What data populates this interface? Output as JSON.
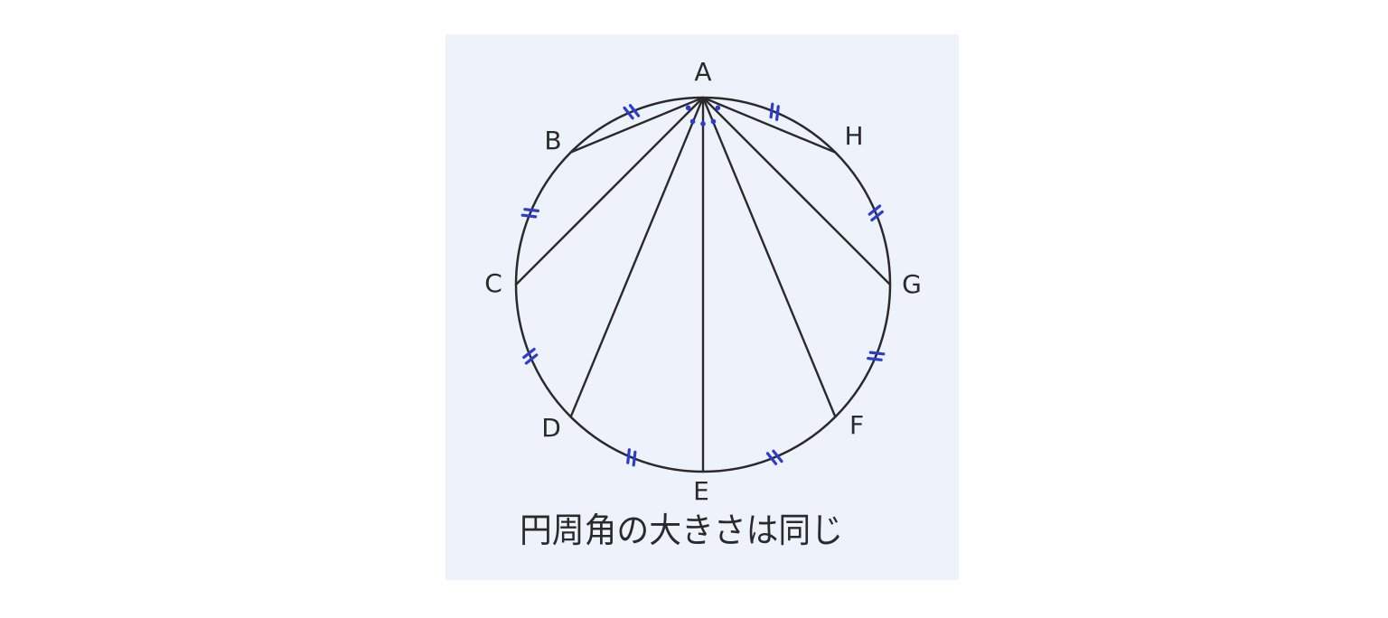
{
  "points": [
    {
      "id": "A",
      "label": "A"
    },
    {
      "id": "B",
      "label": "B"
    },
    {
      "id": "C",
      "label": "C"
    },
    {
      "id": "D",
      "label": "D"
    },
    {
      "id": "E",
      "label": "E"
    },
    {
      "id": "F",
      "label": "F"
    },
    {
      "id": "G",
      "label": "G"
    },
    {
      "id": "H",
      "label": "H"
    }
  ],
  "caption": "円周角の大きさは同じ",
  "colors": {
    "background": "#edf2fb",
    "line": "#2a2a2a",
    "equal_mark": "#2b3ccf",
    "angle_dot": "#2b3ccf"
  },
  "equal_arc_marks": [
    "AB",
    "BC",
    "CD",
    "DE",
    "EF",
    "FG",
    "GH",
    "HA"
  ],
  "angle_dots": 5
}
